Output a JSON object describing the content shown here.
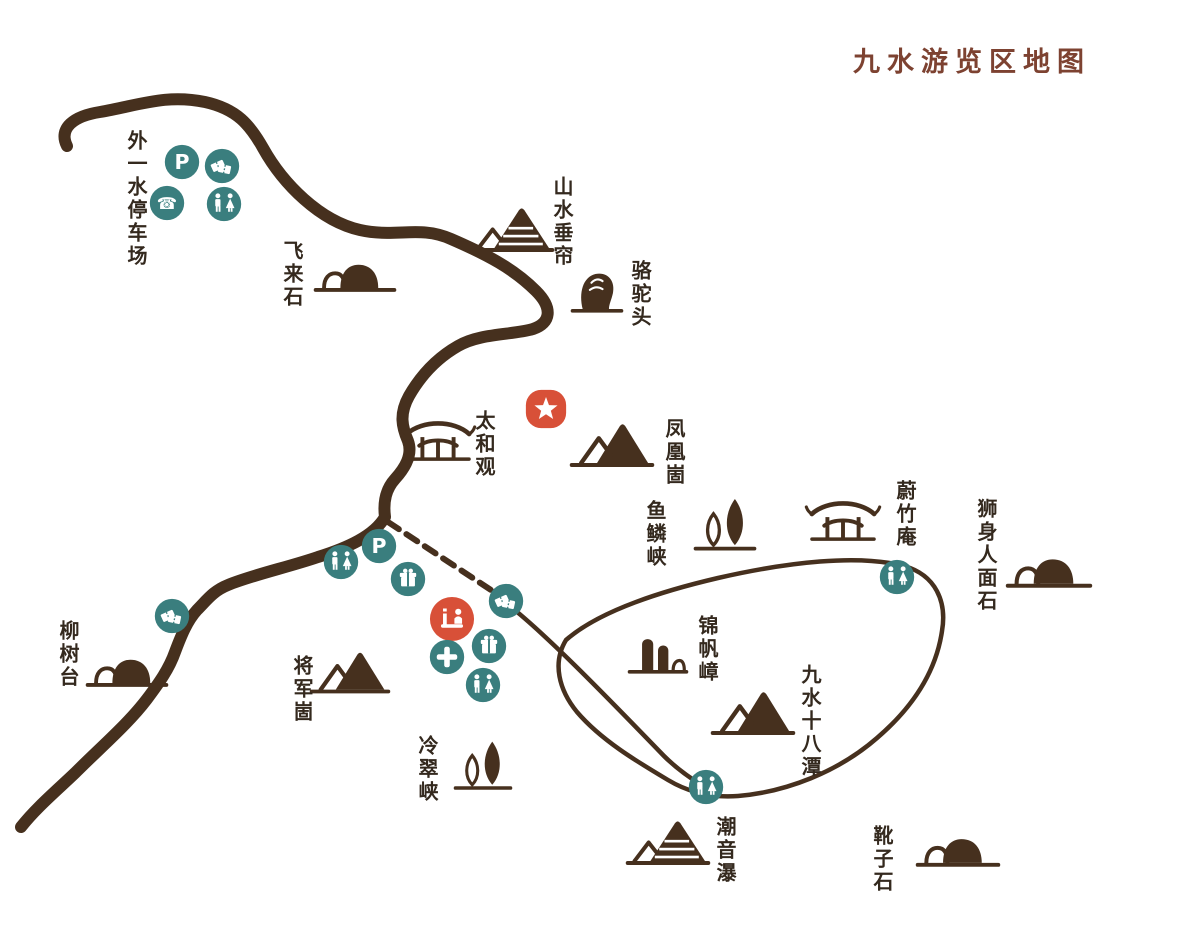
{
  "title": "九水游览区地图",
  "colors": {
    "path_brown": "#46301e",
    "amenity_teal": "#3a7e7e",
    "accent_red": "#d85038",
    "title_brown": "#7d4231",
    "label_dark": "#34291e",
    "background": "#ffffff"
  },
  "glyphs": {
    "parking": "P",
    "phone": "☎",
    "info": "i"
  },
  "icons": {
    "parking-icon": "teal-circled-P",
    "tickets-icon": "teal-circled-ticket-pair",
    "phone-icon": "teal-circled-telephone",
    "toilets-icon": "teal-circled-restroom-figures",
    "gift-shop-icon": "teal-circled-gift-box",
    "first-aid-icon": "teal-circled-cross",
    "info-desk-icon": "red-circled-i-with-attendant",
    "star-badge": "red-seal-white-star",
    "mountain-icon": "dark-peak-silhouette",
    "waterfall-icon": "striped-peak-silhouette",
    "rock-icon": "boulder-on-baseline",
    "camel-rock-icon": "tall-boulder",
    "cliff-icon": "stone-pillars",
    "temple-icon": "double-roof-pavilion",
    "trees-icon": "cypress-tree-pair"
  },
  "landmarks": {
    "waiyishui_parking": {
      "label": "外一水停车场"
    },
    "feilai_rock": {
      "label": "飞来石"
    },
    "shanshui_curtain": {
      "label": "山水垂帘"
    },
    "camel_head": {
      "label": "骆驼头"
    },
    "taihe_temple": {
      "label": "太和观"
    },
    "phoenix_gu": {
      "label": "凤凰崮"
    },
    "yulin_gorge": {
      "label": "鱼鳞峡"
    },
    "weizhu_nunnery": {
      "label": "蔚竹庵"
    },
    "sphinx_rock": {
      "label": "狮身人面石"
    },
    "liushu_terrace": {
      "label": "柳树台"
    },
    "general_gu": {
      "label": "将军崮"
    },
    "jinfan_cliff": {
      "label": "锦帆嶂"
    },
    "jiushui_eighteen_pools": {
      "label": "九水十八潭"
    },
    "lengcui_gorge": {
      "label": "冷翠峡"
    },
    "chaoyin_waterfall": {
      "label": "潮音瀑"
    },
    "boot_rock": {
      "label": "靴子石"
    }
  }
}
